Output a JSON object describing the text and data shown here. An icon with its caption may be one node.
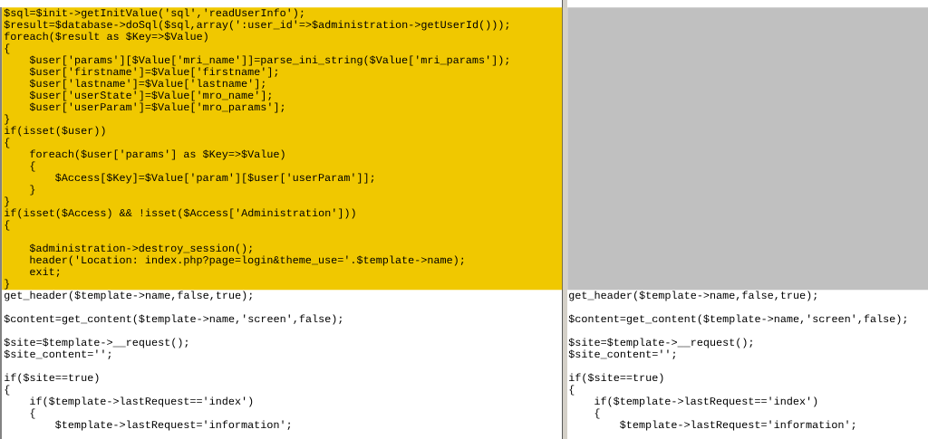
{
  "diagram": {
    "nodes": [
      {
        "text": [
          "$sql=$init->getInitValue('sql','readUserInfo');",
          "$result=$database->doSql($sql,array(':user_id'=>$administration->getUserId()));",
          "foreach($result as $Key=>$Value)",
          "{",
          "$user['params'][$Value['mri_name']]=parse_ini_string($Value['mri_params']);",
          "$user['firstname']=$Value['firstname'];",
          "$user['lastname']=$Value['lastname'];",
          "$user['userState']=$Value['mro_name'];",
          "$user['userParam']=$Value['mro_params'];",
          "}",
          "if(isset($user))",
          "{",
          "foreach($user['params'] as $Key=>$Value)",
          "{",
          "$Access[$Key]=$Value['param'][$user['userParam']];",
          "}",
          "}",
          "if(isset($Access) && !isset($Access['Administration']))",
          "{",
          "$administration->destroy_session();",
          "header('Location: index.php?page=login&theme_use='.$template->name);",
          "exit;",
          "}"
        ]
      },
      {
        "text": [],
        "shape": "box"
      }
    ],
    "labels": [
      "get_header($template->name,false,true);",
      "$content=get_content($template->name,'screen',false);",
      "$site=$template->__request();",
      "$site_content='';",
      "if($site==true)",
      "{",
      "if($template->lastRequest=='index')",
      "{",
      "$template->lastRequest='information';",
      "get_header($template->name,false,true);",
      "$content=get_content($template->name,'screen',false);",
      "$site=$template->__request();",
      "$site_content='';",
      "if($site==true)",
      "{",
      "if($template->lastRequest=='index')",
      "{",
      "$template->lastRequest='information';"
    ]
  }
}
